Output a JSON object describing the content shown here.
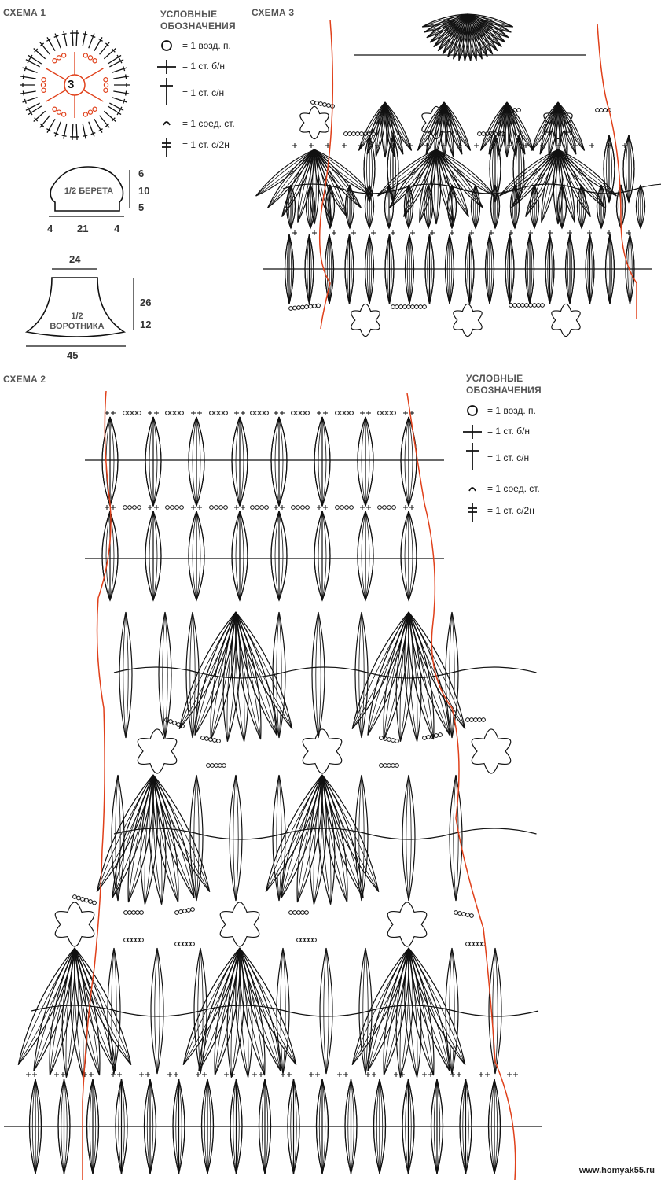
{
  "schema1": {
    "title": "СХЕМА 1",
    "center_label": "3"
  },
  "schema2": {
    "title": "СХЕМА 2"
  },
  "schema3": {
    "title": "СХЕМА 3"
  },
  "legend": {
    "title_line1": "УСЛОВНЫЕ",
    "title_line2": "ОБОЗНАЧЕНИЯ",
    "items": [
      {
        "symbol": "circle-icon",
        "text": "= 1 возд. п."
      },
      {
        "symbol": "cross-icon",
        "text": "= 1 ст. б/н"
      },
      {
        "symbol": "tall-cross-icon",
        "text": "= 1 ст. с/н"
      },
      {
        "symbol": "arc-icon",
        "text": "= 1 соед. ст."
      },
      {
        "symbol": "double-cross-icon",
        "text": "= 1 ст. с/2н"
      }
    ]
  },
  "beret": {
    "label": "1/2 БЕРЕТА",
    "dims_right": [
      "6",
      "10",
      "5"
    ],
    "dims_bottom": [
      "4",
      "21",
      "4"
    ]
  },
  "collar": {
    "label_line1": "1/2",
    "label_line2": "ВОРОТНИКА",
    "top": "24",
    "dims_right": [
      "26",
      "12"
    ],
    "bottom": "45"
  },
  "watermark": "www.homyak55.ru",
  "colors": {
    "red": "#e0401a",
    "ink": "#111111"
  }
}
